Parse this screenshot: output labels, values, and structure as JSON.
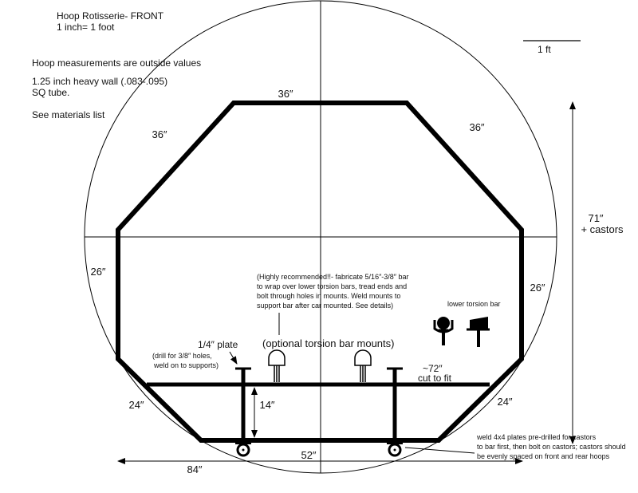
{
  "header": {
    "title": "Hoop Rotisserie- FRONT",
    "scale": "1 inch= 1 foot",
    "note1": "Hoop measurements are outside values",
    "note2a": "1.25 inch heavy wall (.083-.095)",
    "note2b": "SQ tube.",
    "note3": "See materials list",
    "scale_bar_label": "1 ft"
  },
  "dimensions": {
    "top": "36″",
    "upper_left": "36″",
    "upper_right": "36″",
    "left_side": "26″",
    "right_side": "26″",
    "lower_left": "24″",
    "lower_right": "24″",
    "bottom": "52″",
    "overall_width": "84″",
    "height_a": "71″",
    "height_b": "+ castors",
    "post_height": "14″"
  },
  "labels": {
    "recommend": [
      "(Highly recommended!!- fabricate 5/16″-3/8″ bar",
      "to wrap over lower torsion bars, tread ends and",
      "bolt through holes in mounts. Weld mounts to",
      "support bar after car mounted. See details)"
    ],
    "optional_mounts": "(optional torsion bar mounts)",
    "lower_torsion_bar": "lower torsion bar",
    "plate": "1/4″ plate",
    "drill_a": "(drill for 3/8″ holes,",
    "drill_b": "weld on to supports)",
    "cut_a": "~72″",
    "cut_b": "cut to fit",
    "weld": [
      "weld 4x4 plates pre-drilled for castors",
      "to bar first, then bolt on castors; castors should",
      "be evenly spaced on front and rear hoops"
    ]
  }
}
